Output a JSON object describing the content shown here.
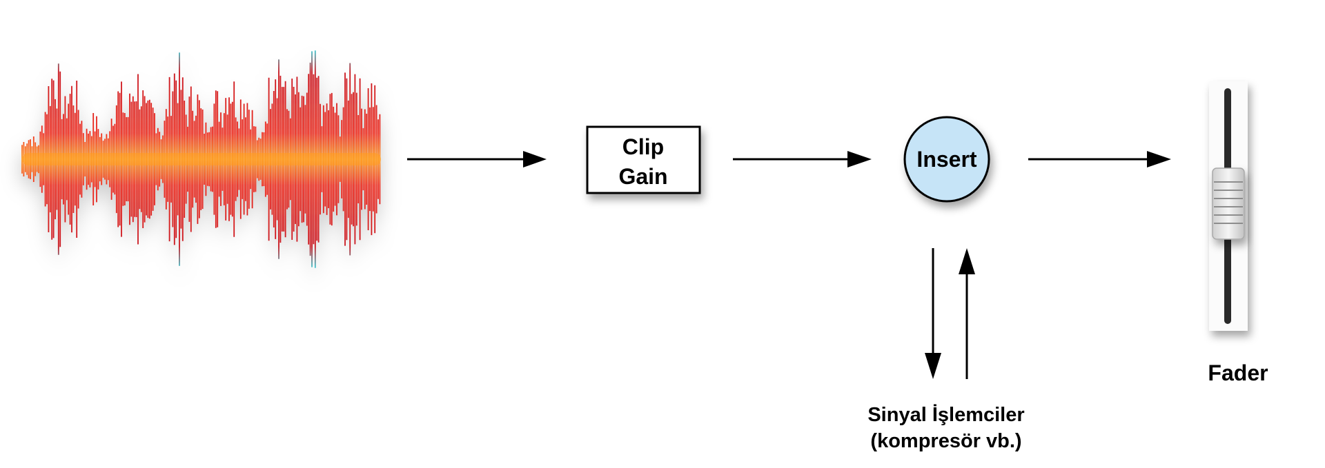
{
  "nodes": {
    "clip_gain": {
      "line1": "Clip",
      "line2": "Gain"
    },
    "insert": {
      "label": "Insert"
    },
    "signal_processors": {
      "line1": "Sinyal İşlemciler",
      "line2": "(kompresör vb.)"
    },
    "fader": {
      "label": "Fader"
    }
  },
  "icons": {
    "source": "audio-waveform-icon",
    "fader": "fader-slider-icon"
  },
  "colors": {
    "waveform_core": "#ff8c1a",
    "waveform_body": "#e11d1d",
    "waveform_tips": "#3ec6cf",
    "insert_fill": "#c6e4f7",
    "line": "#000000",
    "fader_track": "#2a2a2a",
    "fader_cap": "#e6e6e6"
  }
}
